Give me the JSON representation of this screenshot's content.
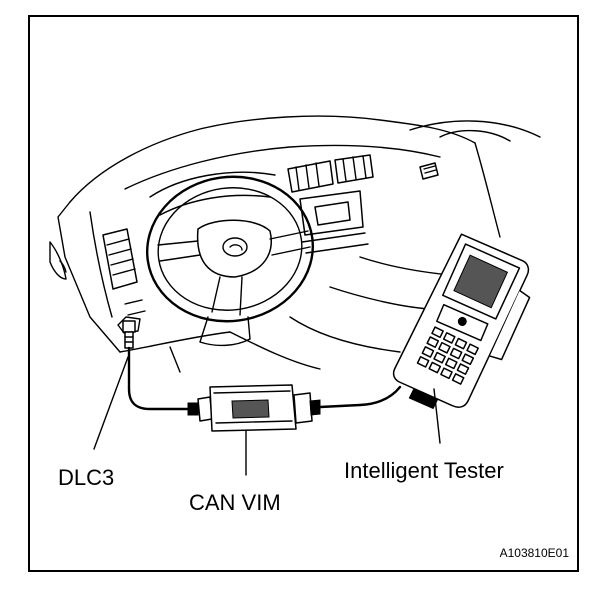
{
  "labels": {
    "dlc3": "DLC3",
    "can_vim": "CAN VIM",
    "intelligent_tester": "Intelligent Tester"
  },
  "figure_id": "A103810E01"
}
